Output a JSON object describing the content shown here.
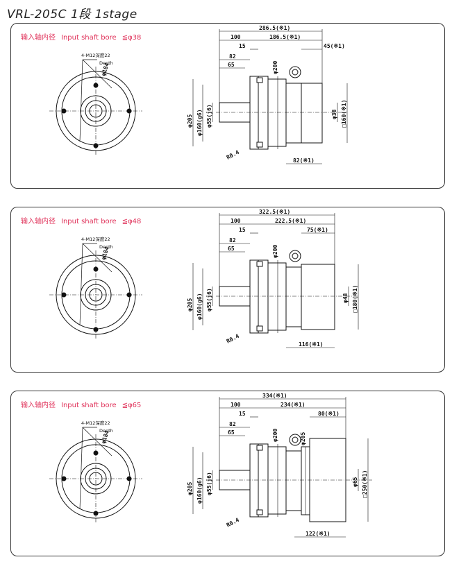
{
  "title": "VRL-205C  1段  1stage",
  "panels": [
    {
      "bore_label_jp": "输入轴内径",
      "bore_label_en": "Input shaft bore",
      "bore_value": "≦φ38",
      "dims": {
        "overall": "286.5(※1)",
        "d100": "100",
        "d186": "186.5(※1)",
        "d15": "15",
        "d45": "45(※1)",
        "d82": "82",
        "d65": "65",
        "d200": "φ200",
        "d205": "φ205",
        "d160": "φ160(g6)",
        "d55": "φ55(j6)",
        "d38": "φ38",
        "sq160": "□160(※1)",
        "d82b": "82(※1)",
        "r": "R0.4",
        "m12": "4-M12深度22",
        "depth": "Depth",
        "pcd": "φ184"
      }
    },
    {
      "bore_label_jp": "输入轴内径",
      "bore_label_en": "Input shaft bore",
      "bore_value": "≦φ48",
      "dims": {
        "overall": "322.5(※1)",
        "d100": "100",
        "d186": "222.5(※1)",
        "d15": "15",
        "d45": "75(※1)",
        "d82": "82",
        "d65": "65",
        "d200": "φ200",
        "d205": "φ205",
        "d160": "φ160(g6)",
        "d55": "φ55(j6)",
        "d38": "φ48",
        "sq160": "□180(※1)",
        "d82b": "116(※1)",
        "r": "R0.4",
        "m12": "4-M12深度22",
        "depth": "Depth",
        "pcd": "φ184"
      }
    },
    {
      "bore_label_jp": "输入轴内径",
      "bore_label_en": "Input shaft bore",
      "bore_value": "≦φ65",
      "dims": {
        "overall": "334(※1)",
        "d100": "100",
        "d186": "234(※1)",
        "d15": "15",
        "d45": "80(※1)",
        "d82": "82",
        "d65": "65",
        "d200": "φ200",
        "d205": "φ205",
        "d160": "φ160(g6)",
        "d55": "φ55(j6)",
        "d38": "φ65",
        "sq160": "□250(※1)",
        "d82b": "122(※1)",
        "r": "R0.4",
        "m12": "4-M12深度22",
        "depth": "Depth",
        "pcd": "φ184",
        "d205b": "φ205"
      }
    }
  ]
}
